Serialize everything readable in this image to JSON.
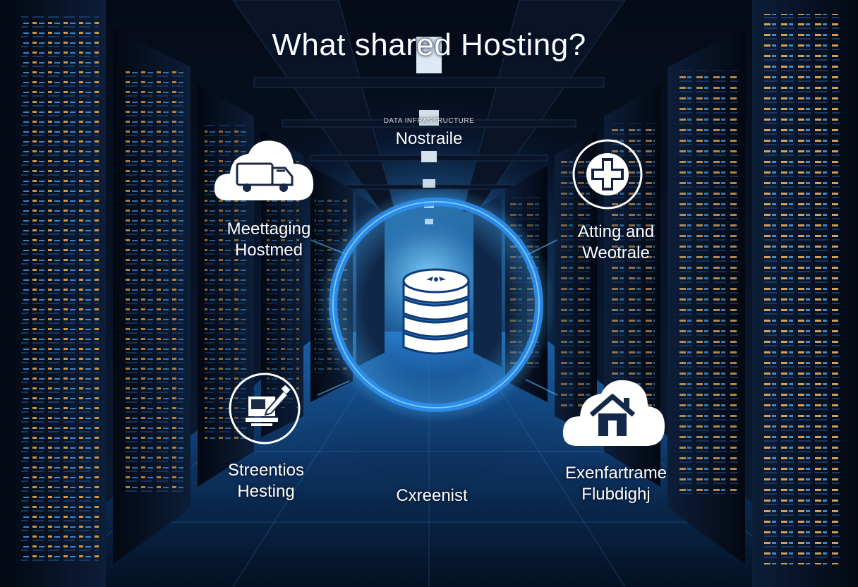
{
  "title": "What shared Hosting?",
  "center_small_caption": "DATA INFRASTRUCTURE",
  "center_top_label": "Nostraile",
  "left_upper_label": {
    "line1": "Meettaging",
    "line2": "Hostmed"
  },
  "right_upper_label": {
    "line1": "Atting and",
    "line2": "Weotrale"
  },
  "left_lower_label": {
    "line1": "Streentios",
    "line2": "Hesting"
  },
  "center_bottom_label": "Cxreenist",
  "right_lower_label": {
    "line1": "Exenfartrame",
    "line2": "Flubdighj"
  },
  "icons": [
    "cloud-truck-icon",
    "medical-cross-icon",
    "database-icon",
    "printer-pen-icon",
    "cloud-house-icon"
  ],
  "colors": {
    "accent_blue": "#2b8ff0",
    "glow_blue": "#5fc0ff",
    "background": "#02060f",
    "server_orange": "#ffb347"
  }
}
